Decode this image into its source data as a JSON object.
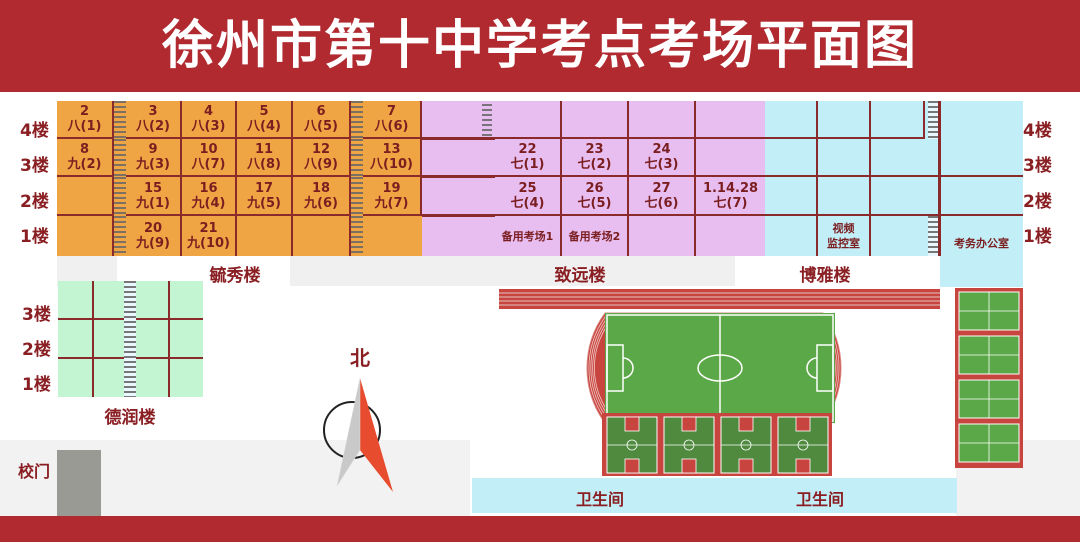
{
  "title": "徐州市第十中学考点考场平面图",
  "floors_left": [
    "4楼",
    "3楼",
    "2楼",
    "1楼"
  ],
  "floors_right": [
    "4楼",
    "3楼",
    "2楼",
    "1楼"
  ],
  "floors_derun": [
    "3楼",
    "2楼",
    "1楼"
  ],
  "buildings": {
    "yuxiu": "毓秀楼",
    "zhiyuan": "致远楼",
    "boya": "博雅楼",
    "derun": "德润楼"
  },
  "rooms": {
    "r2": {
      "num": "2",
      "cls": "八(1)"
    },
    "r3": {
      "num": "3",
      "cls": "八(2)"
    },
    "r4": {
      "num": "4",
      "cls": "八(3)"
    },
    "r5": {
      "num": "5",
      "cls": "八(4)"
    },
    "r6": {
      "num": "6",
      "cls": "八(5)"
    },
    "r7": {
      "num": "7",
      "cls": "八(6)"
    },
    "r8": {
      "num": "8",
      "cls": "九(2)"
    },
    "r9": {
      "num": "9",
      "cls": "九(3)"
    },
    "r10": {
      "num": "10",
      "cls": "八(7)"
    },
    "r11": {
      "num": "11",
      "cls": "八(8)"
    },
    "r12": {
      "num": "12",
      "cls": "八(9)"
    },
    "r13": {
      "num": "13",
      "cls": "八(10)"
    },
    "r15": {
      "num": "15",
      "cls": "九(1)"
    },
    "r16": {
      "num": "16",
      "cls": "九(4)"
    },
    "r17": {
      "num": "17",
      "cls": "九(5)"
    },
    "r18": {
      "num": "18",
      "cls": "九(6)"
    },
    "r19": {
      "num": "19",
      "cls": "九(7)"
    },
    "r20": {
      "num": "20",
      "cls": "九(9)"
    },
    "r21": {
      "num": "21",
      "cls": "九(10)"
    },
    "r22": {
      "num": "22",
      "cls": "七(1)"
    },
    "r23": {
      "num": "23",
      "cls": "七(2)"
    },
    "r24": {
      "num": "24",
      "cls": "七(3)"
    },
    "r25": {
      "num": "25",
      "cls": "七(4)"
    },
    "r26": {
      "num": "26",
      "cls": "七(5)"
    },
    "r27": {
      "num": "27",
      "cls": "七(6)"
    },
    "r28": {
      "num": "1.14.28",
      "cls": "七(7)"
    }
  },
  "spare1": "备用考场1",
  "spare2": "备用考场2",
  "monitor": [
    "视频",
    "监控室"
  ],
  "exam_office": "考务办公室",
  "north": "北",
  "gate": "校门",
  "restroom": "卫生间",
  "colors": {
    "banner": "#b02a30",
    "yuxiu": "#f0a545",
    "zhiyuan": "#e8bdf0",
    "boya": "#c2eef8",
    "derun": "#c3f5d3",
    "text": "#8a1f23"
  }
}
